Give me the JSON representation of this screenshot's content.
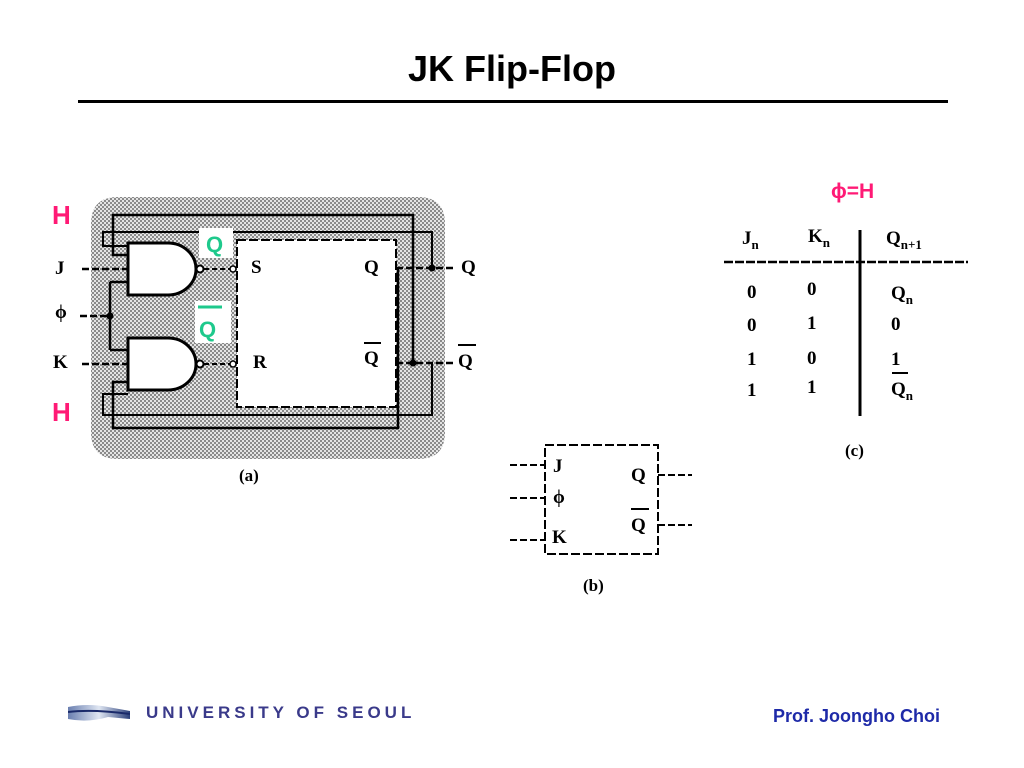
{
  "title": "JK Flip-Flop",
  "footer": {
    "university": "UNIVERSITY OF SEOUL",
    "author": "Prof. Joongho Choi"
  },
  "colors": {
    "highlight_h": "#ff1a75",
    "highlight_q": "#1ec98c",
    "author": "#1e2aa8",
    "university": "#3a3a8a"
  },
  "fig_a": {
    "caption": "(a)",
    "h_top": "H",
    "h_bottom": "H",
    "input_j": "J",
    "input_phi": "ϕ",
    "input_k": "K",
    "feedback_q": "Q",
    "feedback_qbar": "Q",
    "sr_s": "S",
    "sr_r": "R",
    "sr_q": "Q",
    "sr_qbar": "Q",
    "out_q": "Q",
    "out_qbar": "Q"
  },
  "fig_b": {
    "caption": "(b)",
    "pin_j": "J",
    "pin_phi": "ϕ",
    "pin_k": "K",
    "pin_q": "Q",
    "pin_qbar": "Q"
  },
  "fig_c": {
    "caption": "(c)",
    "condition": "ϕ=H",
    "headers": {
      "j_main": "J",
      "j_sub": "n",
      "k_main": "K",
      "k_sub": "n",
      "q_main": "Q",
      "q_sub": "n+1"
    },
    "rows": [
      {
        "j": "0",
        "k": "0",
        "q_main": "Q",
        "q_sub": "n"
      },
      {
        "j": "0",
        "k": "1",
        "q_main": "0",
        "q_sub": ""
      },
      {
        "j": "1",
        "k": "0",
        "q_main": "1",
        "q_sub": ""
      },
      {
        "j": "1",
        "k": "1",
        "q_main": "Q",
        "q_sub": "n"
      }
    ]
  }
}
